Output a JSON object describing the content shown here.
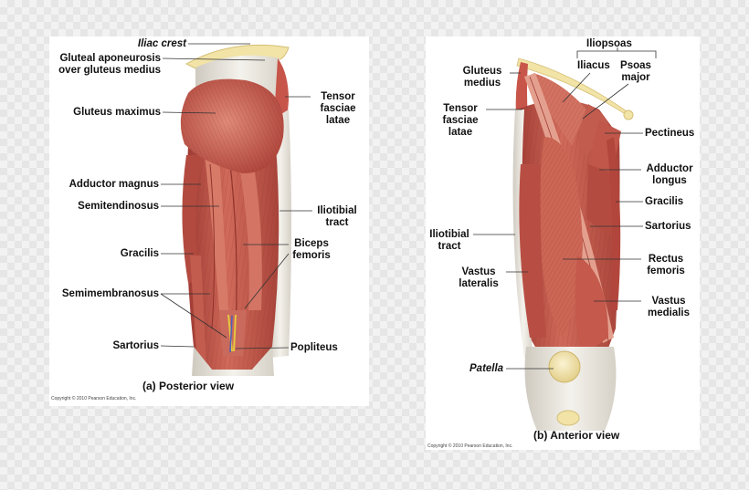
{
  "posterior": {
    "caption": "(a)  Posterior view",
    "copyright": "Copyright © 2010 Pearson Education, Inc.",
    "labels": {
      "iliac_crest": "Iliac crest",
      "gluteal_aponeurosis": "Gluteal aponeurosis\nover gluteus medius",
      "gluteus_maximus": "Gluteus maximus",
      "tensor_fasciae_latae": "Tensor\nfasciae\nlatae",
      "adductor_magnus": "Adductor magnus",
      "semitendinosus": "Semitendinosus",
      "iliotibial_tract": "Iliotibial\ntract",
      "gracilis": "Gracilis",
      "biceps_femoris": "Biceps\nfemoris",
      "semimembranosus": "Semimembranosus",
      "sartorius": "Sartorius",
      "popliteus": "Popliteus"
    }
  },
  "anterior": {
    "caption": "(b)  Anterior view",
    "copyright": "Copyright © 2010 Pearson Education, Inc.",
    "labels": {
      "iliopsoas": "Iliopsoas",
      "iliacus": "Iliacus",
      "psoas_major": "Psoas\nmajor",
      "gluteus_medius": "Gluteus\nmedius",
      "tensor_fasciae_latae": "Tensor\nfasciae\nlatae",
      "pectineus": "Pectineus",
      "adductor_longus": "Adductor\nlongus",
      "gracilis": "Gracilis",
      "sartorius": "Sartorius",
      "iliotibial_tract": "Iliotibial\ntract",
      "rectus_femoris": "Rectus\nfemoris",
      "vastus_lateralis": "Vastus\nlateralis",
      "vastus_medialis": "Vastus\nmedialis",
      "patella": "Patella"
    }
  },
  "colors": {
    "muscle": "#c8554a",
    "muscle_dark": "#9e3a33",
    "muscle_light": "#e08a78",
    "tendon": "#e9e6df",
    "bone": "#f2e3a6"
  }
}
